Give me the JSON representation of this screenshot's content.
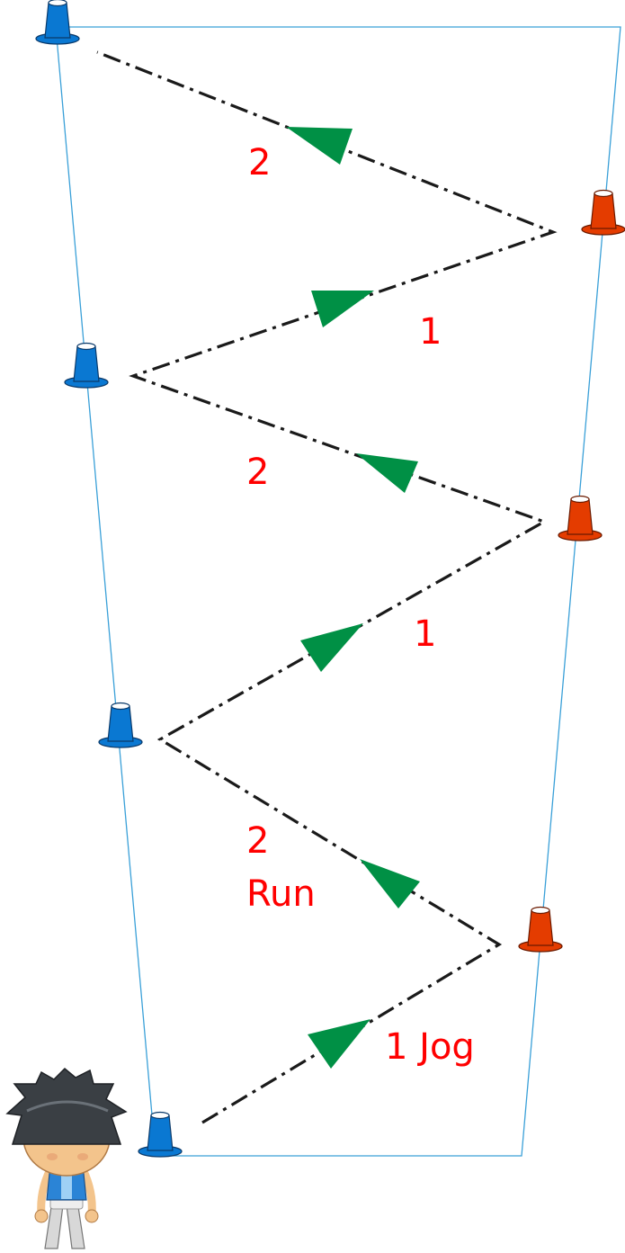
{
  "colors": {
    "boundary": "#3aa0d8",
    "path": "#1a1a1a",
    "arrow": "#009045",
    "label": "#ff0000",
    "blue_cone": "#0a78d2",
    "red_cone": "#e43c00"
  },
  "labels": {
    "seg_top_2": "2",
    "seg_upper_1": "1",
    "seg_mid_2": "2",
    "seg_mid_1": "1",
    "seg_low_2": "2",
    "seg_low_run": "Run",
    "seg_bottom_1_jog": "1 Jog"
  },
  "icons": {
    "cone_blue": "blue-cone-icon",
    "cone_red": "red-cone-icon",
    "runner": "runner-figure-icon",
    "arrow": "direction-arrow-icon"
  }
}
